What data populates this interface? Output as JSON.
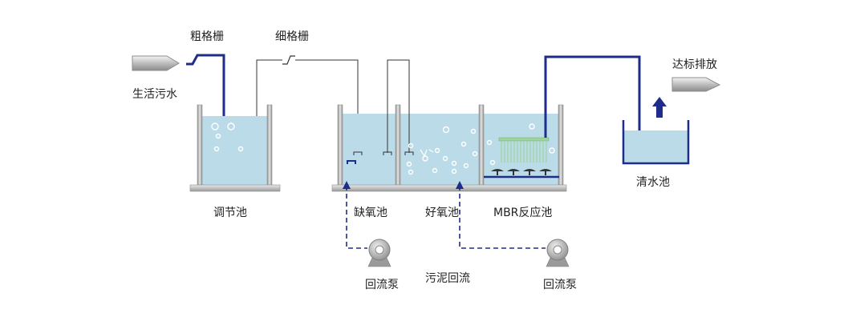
{
  "labels": {
    "coarse_screen": "粗格栅",
    "fine_screen": "细格栅",
    "inlet": "生活污水",
    "outlet": "达标排放",
    "equalization_tank": "调节池",
    "anoxic_tank": "缺氧池",
    "aerobic_tank": "好氧池",
    "mbr_tank": "MBR反应池",
    "clear_water_tank": "清水池",
    "return_pump_1": "回流泵",
    "sludge_return": "污泥回流",
    "return_pump_2": "回流泵"
  },
  "colors": {
    "water": "#bcdbe8",
    "wall": "#c4c4c4",
    "wall_edge": "#9a9a9a",
    "pipe": "#1f2d8a",
    "return_line": "#1f2d8a",
    "membrane": "#9ed49e",
    "diffuser": "#333333",
    "pump": "#a6a6a6",
    "thin_line": "#333333"
  }
}
